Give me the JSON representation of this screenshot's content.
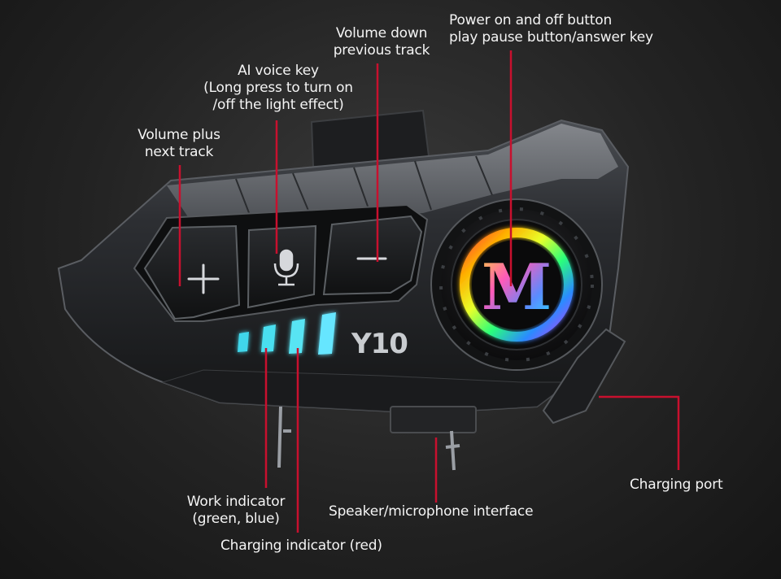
{
  "device": {
    "logo_letter": "M",
    "model_mark": "Y10",
    "plus_symbol": "+",
    "minus_symbol": "−"
  },
  "callouts": {
    "volume_down": [
      "Volume down",
      "previous track"
    ],
    "power": [
      "Power on and off button",
      "play pause button/answer key"
    ],
    "ai_voice": [
      "AI voice key",
      "(Long press to turn on",
      "/off the light effect)"
    ],
    "volume_plus": [
      "Volume plus",
      "next track"
    ],
    "charging_port": "Charging port",
    "work_indicator": [
      "Work indicator",
      "(green, blue)"
    ],
    "speaker_mic": "Speaker/microphone interface",
    "charging_indicator": "Charging indicator (red)"
  },
  "colors": {
    "leader_line": "#c8102e",
    "led_glow": "#4fd4f0",
    "text": "#f4f4f4"
  },
  "icons": [
    "plus-icon",
    "microphone-icon",
    "minus-icon",
    "rainbow-ring-logo"
  ]
}
